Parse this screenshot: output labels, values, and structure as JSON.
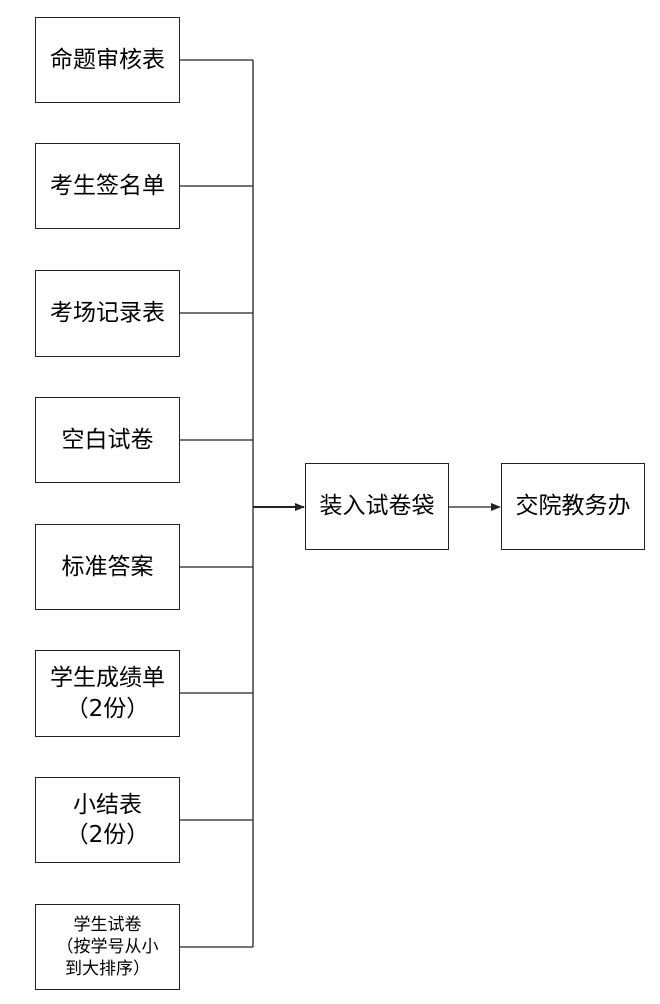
{
  "sources": [
    {
      "label": "命题审核表",
      "size": "lg"
    },
    {
      "label": "考生签名单",
      "size": "lg"
    },
    {
      "label": "考场记录表",
      "size": "lg"
    },
    {
      "label": "空白试卷",
      "size": "lg"
    },
    {
      "label": "标准答案",
      "size": "lg"
    },
    {
      "label": "学生成绩单\n（2份）",
      "size": "lg"
    },
    {
      "label": "小结表\n（2份）",
      "size": "lg"
    },
    {
      "label": "学生试卷\n（按学号从小\n到大排序）",
      "size": "sm"
    }
  ],
  "pack": {
    "label": "装入试卷袋"
  },
  "office": {
    "label": "交院教务办"
  },
  "colors": {
    "line": "#222222",
    "box_border": "#222222",
    "background": "#ffffff"
  }
}
